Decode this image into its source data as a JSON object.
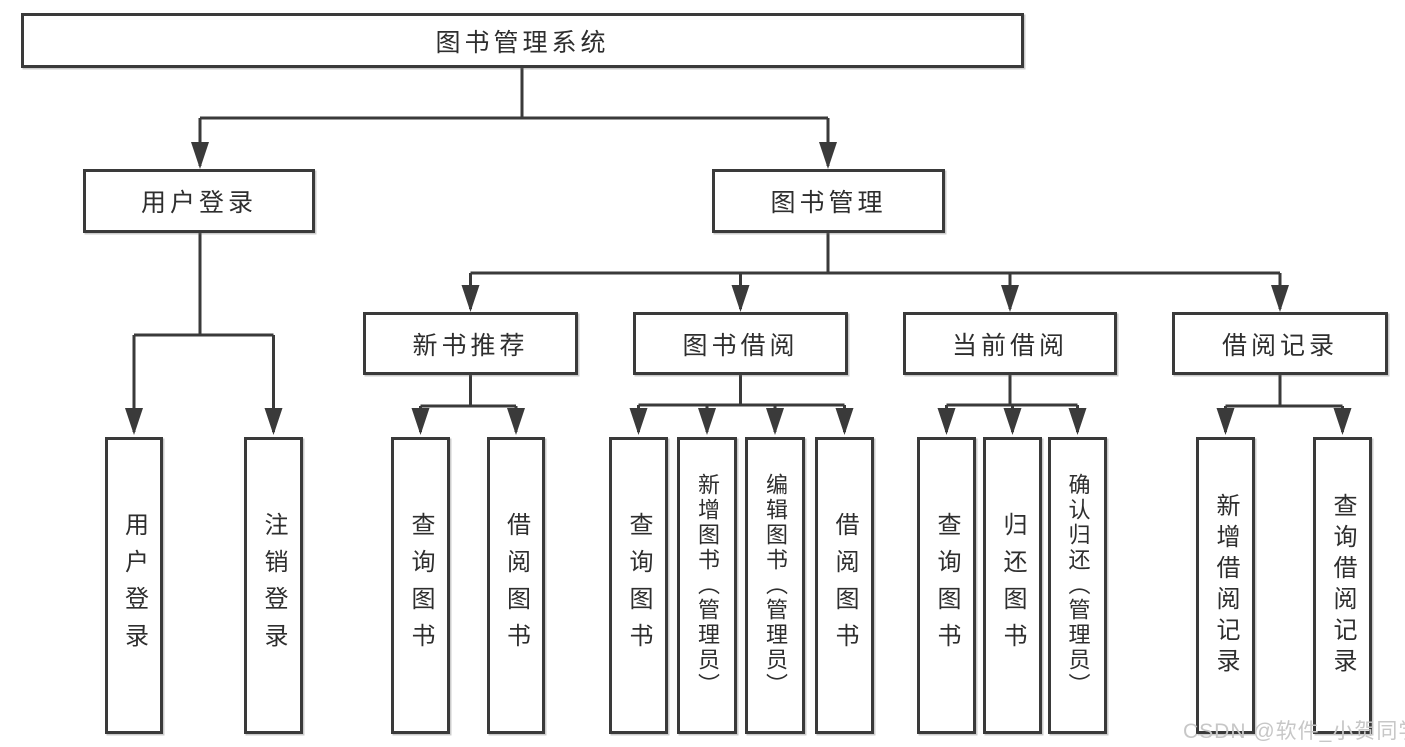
{
  "diagram": {
    "root": {
      "label": "图书管理系统"
    },
    "level2": [
      {
        "label": "用户登录"
      },
      {
        "label": "图书管理"
      }
    ],
    "level3": [
      {
        "label": "新书推荐"
      },
      {
        "label": "图书借阅"
      },
      {
        "label": "当前借阅"
      },
      {
        "label": "借阅记录"
      }
    ],
    "leaves": [
      {
        "label": "用户登录"
      },
      {
        "label": "注销登录"
      },
      {
        "label": "查询图书"
      },
      {
        "label": "借阅图书"
      },
      {
        "label": "查询图书"
      },
      {
        "label": "新增图书（管理员）"
      },
      {
        "label": "编辑图书（管理员）"
      },
      {
        "label": "借阅图书"
      },
      {
        "label": "查询图书"
      },
      {
        "label": "归还图书"
      },
      {
        "label": "确认归还（管理员）"
      },
      {
        "label": "新增借阅记录"
      },
      {
        "label": "查询借阅记录"
      }
    ]
  },
  "watermark": {
    "text": "CSDN @软件_小贺同学"
  },
  "colors": {
    "line": "#3a3a3a",
    "text": "#2e2e2e",
    "watermark": "#c7c7c7",
    "background": "#ffffff"
  }
}
